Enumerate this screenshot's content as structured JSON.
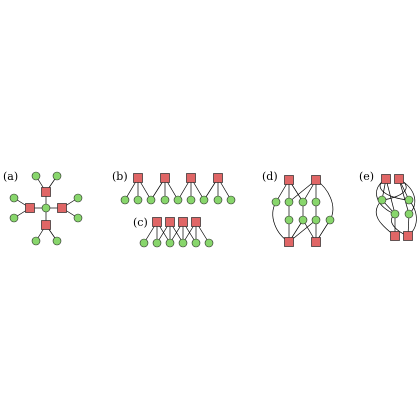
{
  "panel_labels": {
    "a": "(a)",
    "b": "(b)",
    "c": "(c)",
    "d": "(d)",
    "e": "(e)"
  },
  "colors": {
    "factor_fill": "#e06666",
    "variable_fill": "#88d66c",
    "stroke": "#2a2a2a",
    "edge": "#000000"
  },
  "node_kinds": {
    "factor": "square",
    "variable": "circle"
  }
}
